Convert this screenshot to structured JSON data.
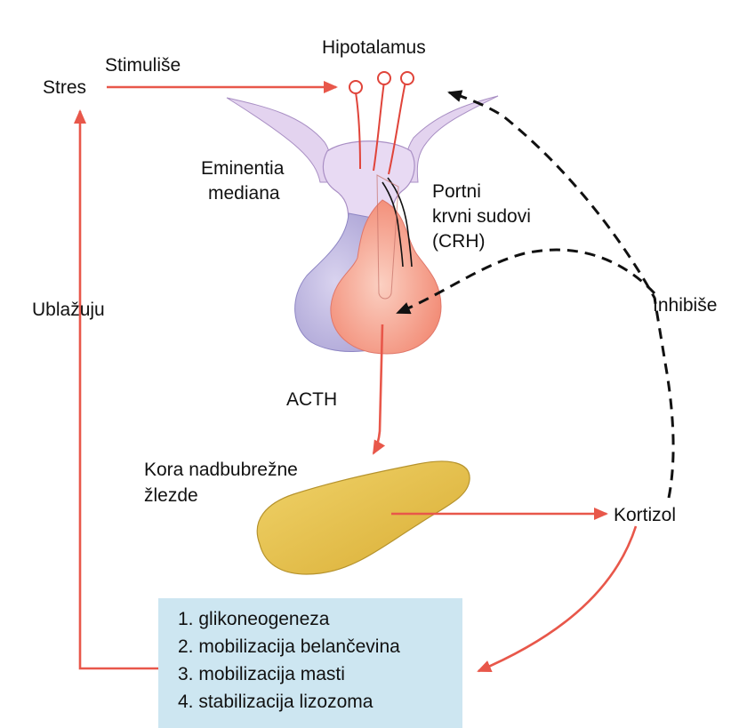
{
  "labels": {
    "stres": "Stres",
    "stimulise": "Stimuliše",
    "hipotalamus": "Hipotalamus",
    "eminentia_line1": "Eminentia",
    "eminentia_line2": "mediana",
    "portni_line1": "Portni",
    "portni_line2": "krvni sudovi",
    "portni_line3": "(CRH)",
    "ublazuju": "Ublažuju",
    "inhibise": "Inhibiše",
    "acth": "ACTH",
    "kora_line1": "Kora nadbubrežne",
    "kora_line2": "žlezde",
    "kortizol": "Kortizol"
  },
  "effects": [
    "1. glikoneogeneza",
    "2. mobilizacija belančevina",
    "3. mobilizacija masti",
    "4. stabilizacija lizozoma"
  ],
  "colors": {
    "arrow_red": "#e8574a",
    "inhibit_dashed": "#111111",
    "hypothalamus_purple": "#e3d3ef",
    "posterior_pituitary": "#b9b3dd",
    "anterior_pituitary": "#f59b88",
    "adrenal_cortex": "#e4c04a",
    "effects_box": "#cde6f1"
  }
}
